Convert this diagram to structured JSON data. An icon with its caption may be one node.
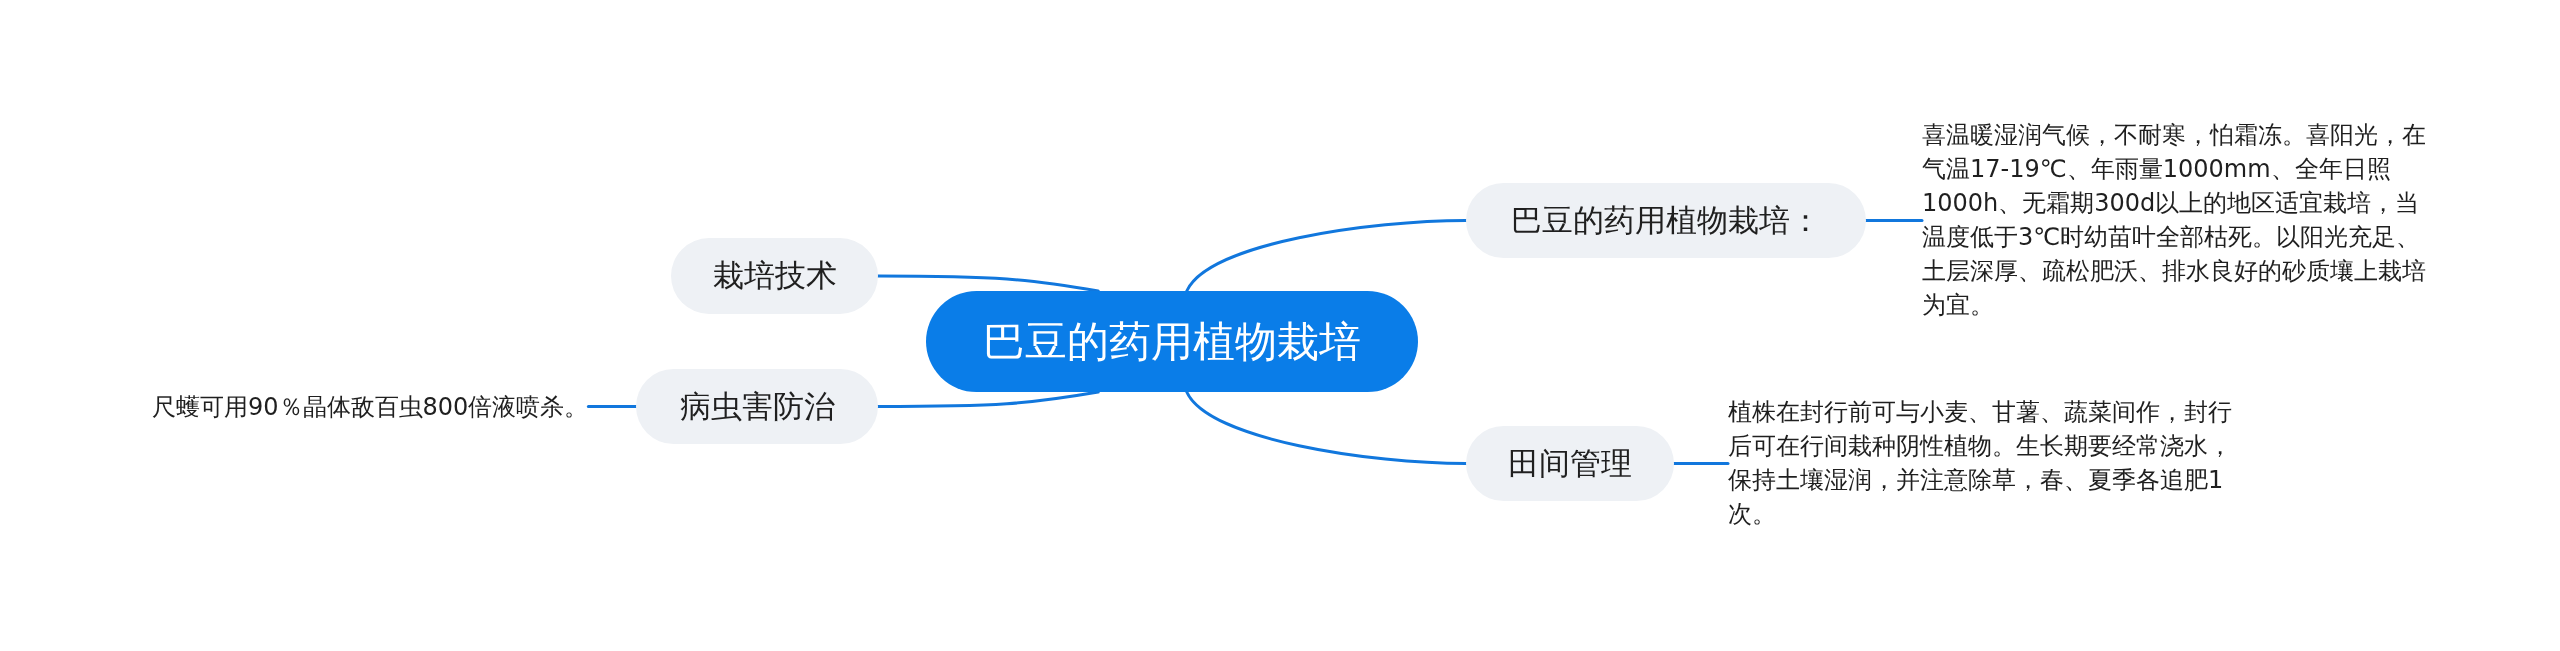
{
  "diagram": {
    "nodes": [
      {
        "text": [
          "巴豆的药用植物栽培"
        ]
      },
      {
        "text": [
          "巴豆的药用植物栽培："
        ]
      },
      {
        "text": [
          "喜温暖湿润气候，不耐寒，怕霜冻。喜阳光，在气温17-19℃、年雨量1000mm、全年日照1000h、无霜期300d以上的地区适宜栽培，当温度低于3℃时幼苗叶全部枯死。以阳光充足、土层深厚、疏松肥沃、排水良好的砂质壤上栽培为宜。"
        ]
      },
      {
        "text": [
          "田间管理"
        ]
      },
      {
        "text": [
          "植株在封行前可与小麦、甘薯、蔬菜间作，封行后可在行间栽种阴性植物。生长期要经常浇水，保持土壤湿润，并注意除草，春、夏季各追肥1次。"
        ]
      },
      {
        "text": [
          "栽培技术"
        ]
      },
      {
        "text": [
          "病虫害防治"
        ]
      },
      {
        "text": [
          "尺蠖可用90％晶体敌百虫800倍液喷杀。"
        ]
      }
    ],
    "edges": [
      {
        "from": 0,
        "to": 1,
        "arrow": "none"
      },
      {
        "from": 1,
        "to": 2,
        "arrow": "none"
      },
      {
        "from": 0,
        "to": 3,
        "arrow": "none"
      },
      {
        "from": 3,
        "to": 4,
        "arrow": "none"
      },
      {
        "from": 0,
        "to": 5,
        "arrow": "none"
      },
      {
        "from": 0,
        "to": 6,
        "arrow": "none"
      },
      {
        "from": 6,
        "to": 7,
        "arrow": "none"
      }
    ]
  }
}
